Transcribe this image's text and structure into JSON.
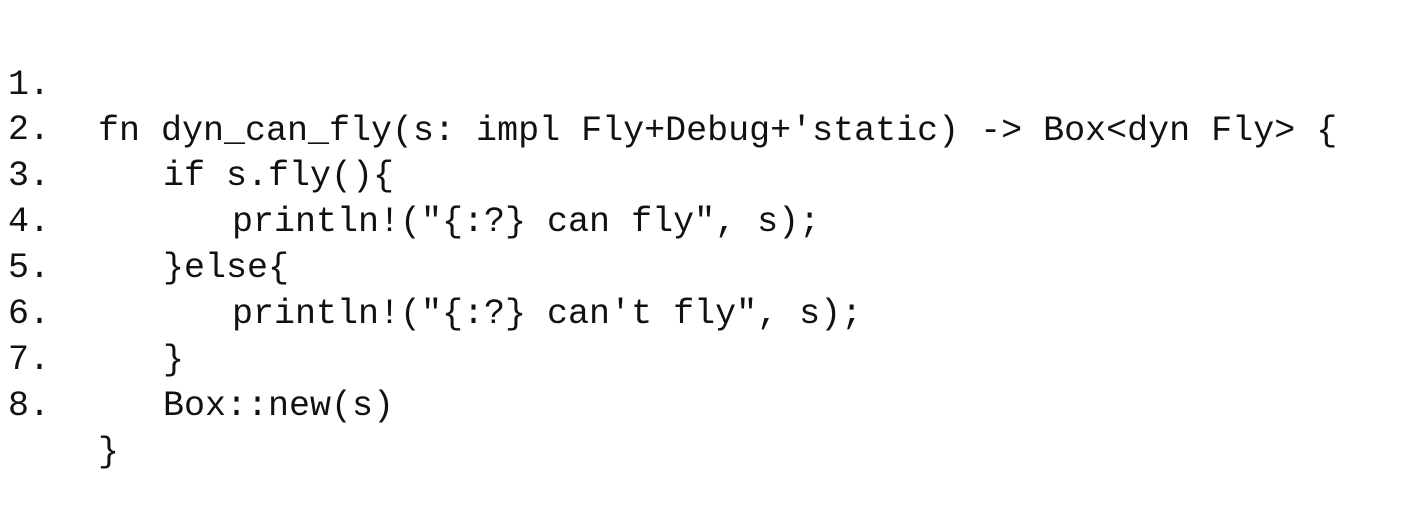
{
  "lines": [
    {
      "number": "1.",
      "code": "fn dyn_can_fly(s: impl Fly+Debug+'static) -> Box<dyn Fly> {"
    },
    {
      "number": "2.",
      "code": "if s.fly(){"
    },
    {
      "number": "3.",
      "code": "println!(\"{:?} can fly\", s);"
    },
    {
      "number": "4.",
      "code": "}else{"
    },
    {
      "number": "5.",
      "code": "println!(\"{:?} can't fly\", s);"
    },
    {
      "number": "6.",
      "code": "}"
    },
    {
      "number": "7.",
      "code": "Box::new(s)"
    },
    {
      "number": "8.",
      "code": "}"
    }
  ]
}
